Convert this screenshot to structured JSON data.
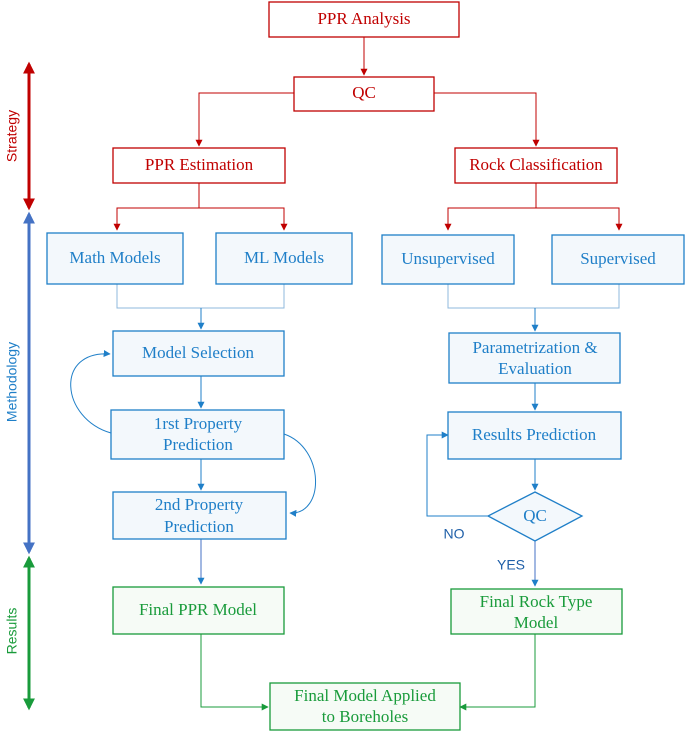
{
  "colors": {
    "strategy": "#c00000",
    "methodology": "#1f7fc8",
    "methodology_axis": "#4472c4",
    "results": "#199b3b",
    "methodology_fill": "#f3f8fc",
    "results_fill": "#f6fbf6",
    "strategy_fill": "#ffffff"
  },
  "sections": {
    "strategy": "Strategy",
    "methodology": "Methodology",
    "results": "Results"
  },
  "nodes": {
    "ppr_analysis": "PPR Analysis",
    "qc_top": "QC",
    "ppr_estimation": "PPR Estimation",
    "rock_classification": "Rock Classification",
    "math_models": "Math Models",
    "ml_models": "ML Models",
    "unsupervised": "Unsupervised",
    "supervised": "Supervised",
    "model_selection": "Model Selection",
    "first_property_prediction": [
      "1rst Property",
      "Prediction"
    ],
    "second_property_prediction": [
      "2nd Property",
      "Prediction"
    ],
    "parametrization_evaluation": [
      "Parametrization &",
      "Evaluation"
    ],
    "results_prediction": "Results Prediction",
    "qc_decision": "QC",
    "final_ppr_model": "Final PPR Model",
    "final_rock_type_model": [
      "Final Rock Type",
      "Model"
    ],
    "final_model_applied": [
      "Final Model Applied",
      "to Boreholes"
    ]
  },
  "edge_labels": {
    "no": "NO",
    "yes": "YES"
  }
}
